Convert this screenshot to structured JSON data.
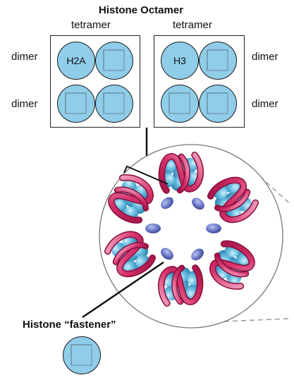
{
  "title": "Histone Octamer",
  "tetramer_left": "tetramer",
  "tetramer_right": "tetramer",
  "dimer_left_top": "dimer",
  "dimer_left_bottom": "dimer",
  "dimer_right_top": "dimer",
  "dimer_right_bottom": "dimer",
  "histone_h2a": "H2A",
  "histone_h3": "H3",
  "fastener_label": "Histone “fastener”",
  "colors": {
    "histone_fill": "#8fcde9",
    "dna_pink": "#d6336c",
    "bead_blue": "#58b4d9",
    "linker_purple": "#6673c4"
  }
}
